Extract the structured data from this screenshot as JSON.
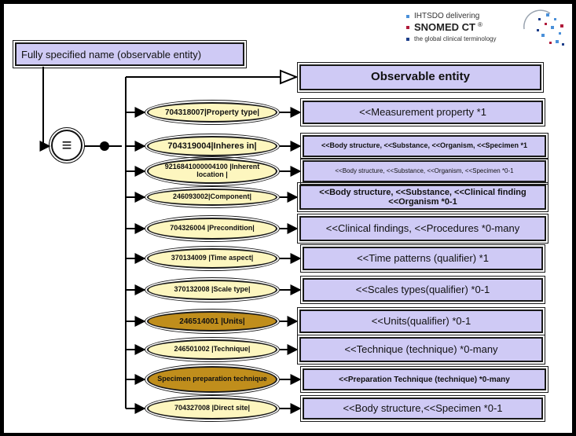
{
  "logo": {
    "line1": "IHTSDO delivering",
    "line2": "SNOMED CT",
    "registered": "®",
    "line3": "the global clinical terminology",
    "colors": {
      "blue": "#4a90d9",
      "red": "#b01a3a",
      "navy": "#1e3f8a"
    }
  },
  "fsn_label": "Fully specified name (observable entity)",
  "equivalence_symbol": "≡",
  "parent_label": "Observable entity",
  "attributes": [
    {
      "name": "704318007|Property  type|",
      "range": "<<Measurement property *1"
    },
    {
      "name": "704319004|Inheres  in|",
      "range": "<<Body structure, <<Substance, <<Organism, <<Specimen *1"
    },
    {
      "name": "9216841000004100 |Inherent location |",
      "range": "<<Body structure, <<Substance, <<Organism, <<Specimen *0-1"
    },
    {
      "name": "246093002|Component|",
      "range": "<<Body structure, <<Substance, <<Clinical finding <<Organism  *0-1"
    },
    {
      "name": "704326004 |Precondition|",
      "range": "<<Clinical findings,  <<Procedures *0-many"
    },
    {
      "name": "370134009 |Time aspect|",
      "range": "<<Time patterns (qualifier) *1"
    },
    {
      "name": "370132008 |Scale type|",
      "range": "<<Scales types(qualifier) *0-1"
    },
    {
      "name": "246514001 |Units|",
      "range": "<<Units(qualifier) *0-1"
    },
    {
      "name": "246501002 |Technique|",
      "range": "<<Technique  (technique) *0-many"
    },
    {
      "name": "Specimen preparation technique",
      "range": "<<Preparation  Technique  (technique) *0-many"
    },
    {
      "name": "704327008 |Direct site|",
      "range": "<<Body structure,<<Specimen *0-1"
    }
  ],
  "colors": {
    "box_fill": "#cfcaf5",
    "pill_fill": "#fdf6bf",
    "pill_dark_fill": "#c08e1c",
    "line": "#000000"
  }
}
